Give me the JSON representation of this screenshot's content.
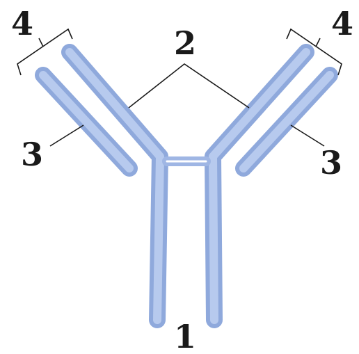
{
  "diagram": {
    "labels": {
      "stem": "1",
      "hinge": "2",
      "left_light_chain": "3",
      "right_light_chain": "3",
      "left_tip": "4",
      "right_tip": "4"
    },
    "colors": {
      "chain_fill": "#a9bfe8",
      "chain_highlight": "#c9d8f4",
      "chain_shadow": "#7f99cf",
      "leader_line": "#1a1a1a"
    }
  }
}
